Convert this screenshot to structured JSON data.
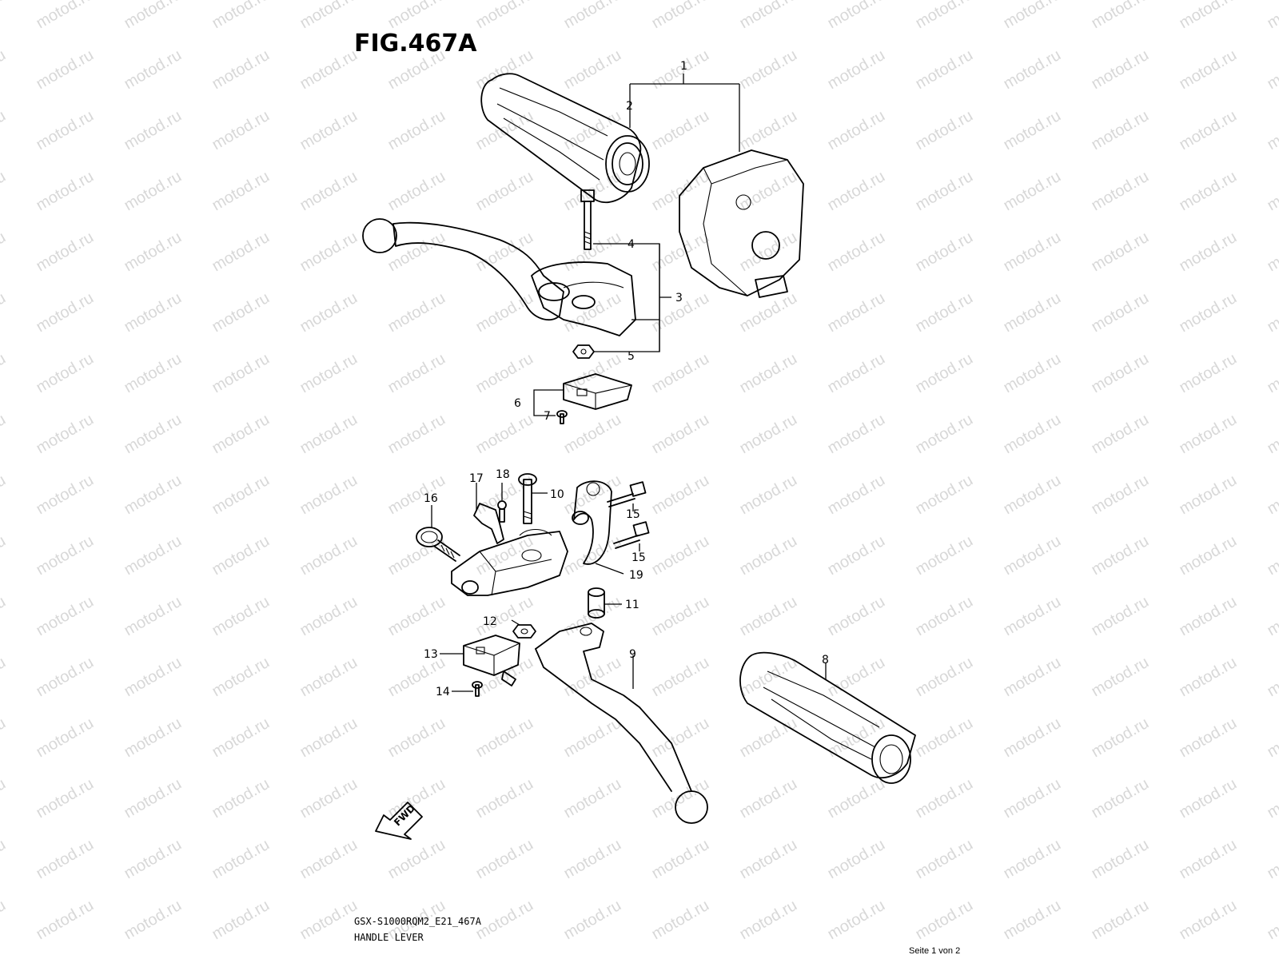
{
  "figure": {
    "title": "FIG.467A",
    "model_code": "GSX-S1000RQM2_E21_467A",
    "subtitle": "HANDLE LEVER",
    "page_info": "Seite 1 von 2",
    "watermark": "motod.ru",
    "fwd_label": "FWD"
  },
  "callouts": [
    "1",
    "2",
    "3",
    "4",
    "5",
    "6",
    "7",
    "8",
    "9",
    "10",
    "11",
    "12",
    "13",
    "14",
    "15",
    "15",
    "16",
    "17",
    "18",
    "19"
  ]
}
